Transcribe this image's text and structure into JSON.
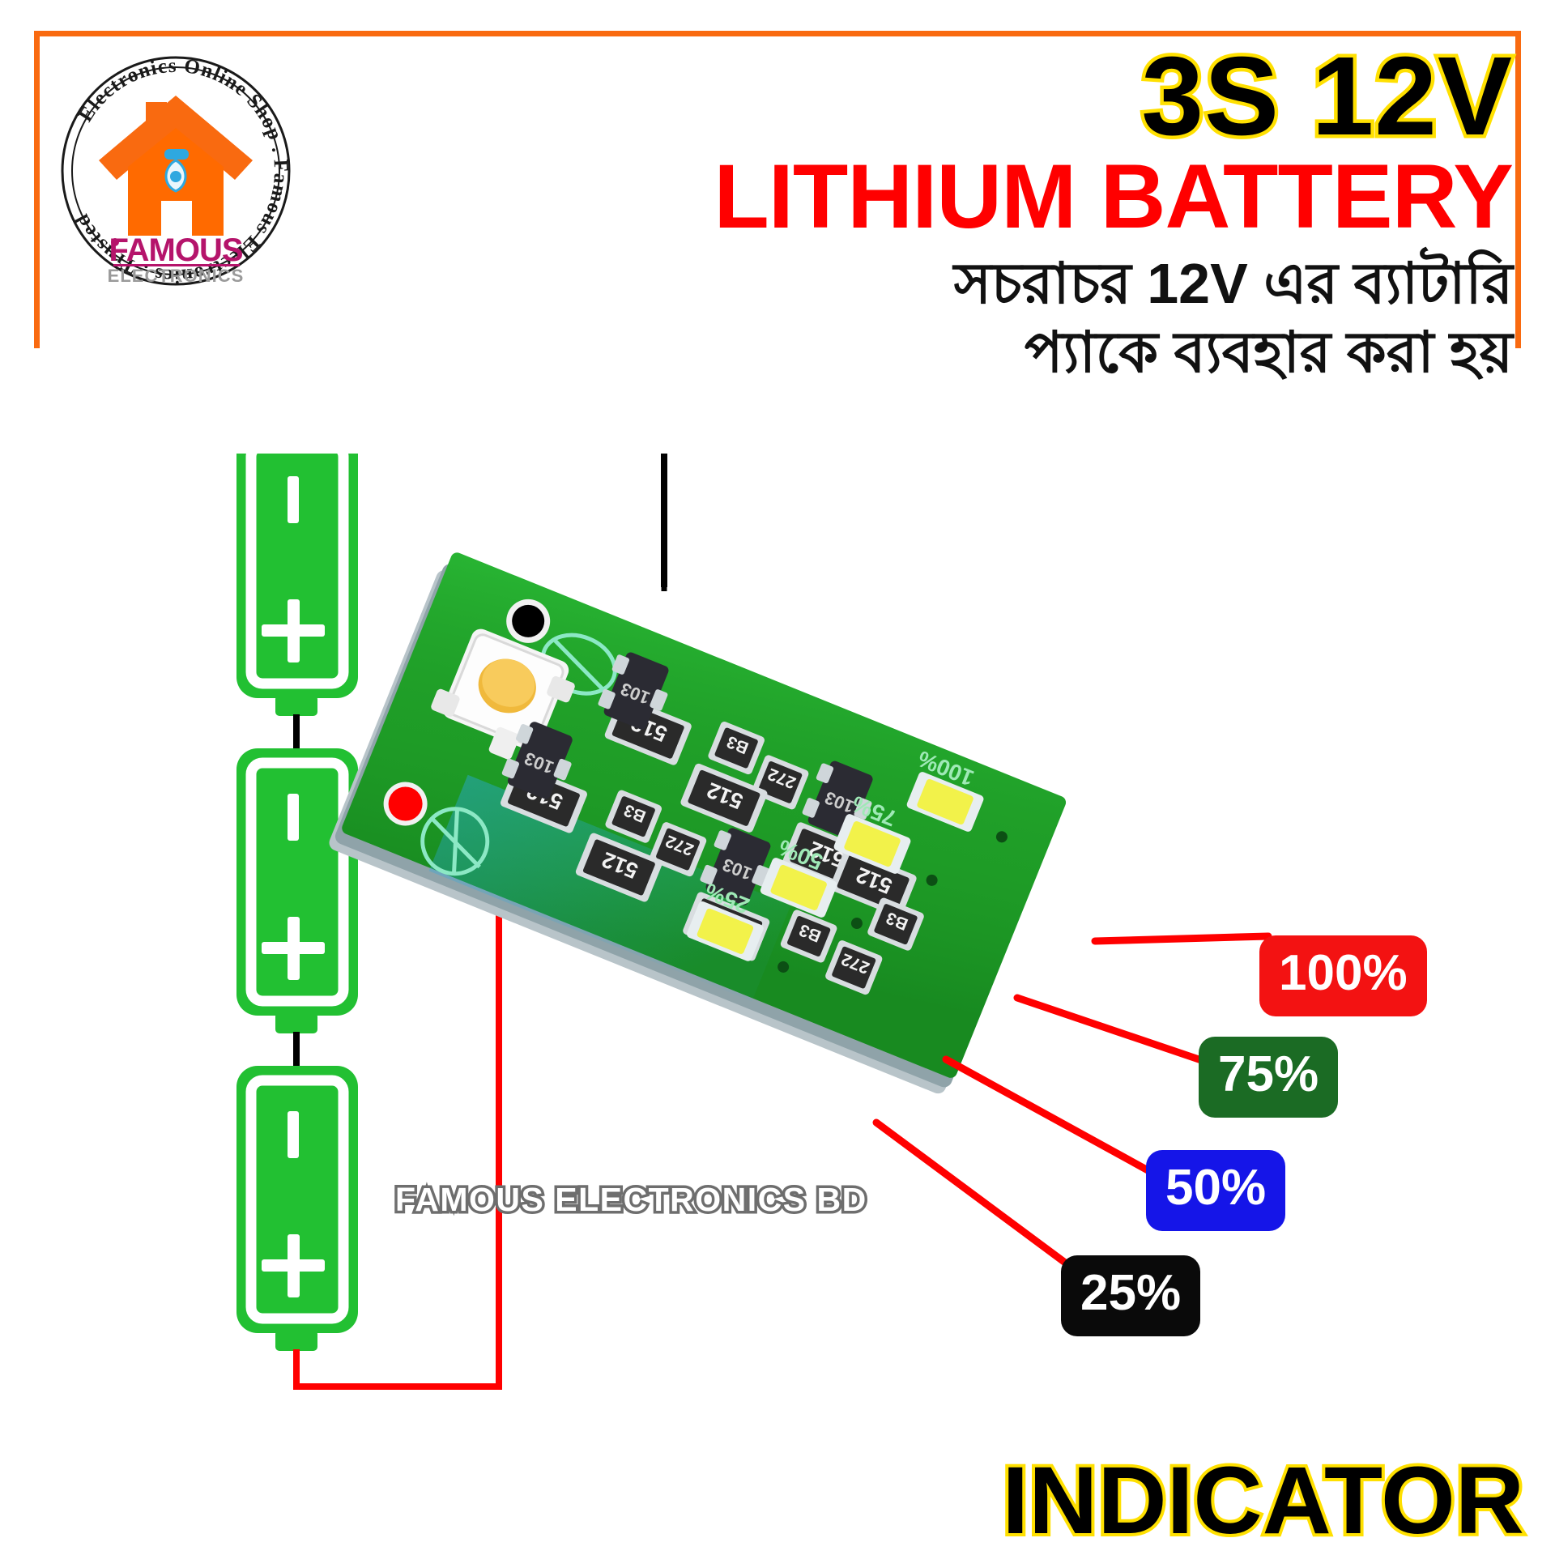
{
  "brand": {
    "logo_ring_text": "Electronics Online Shop . Famous Electronics . Trusted",
    "logo_name": "FAMOUS",
    "logo_sub": "ELECTRONICS",
    "frame_color": "#F96A10"
  },
  "header": {
    "eyebrow": "3S 12V",
    "eyebrow_fill": "#000000",
    "eyebrow_stroke": "#FFE000",
    "title": "LITHIUM BATTERY",
    "title_color": "#FF0000",
    "bengali_line1": "সচরাচর 12V এর ব্যাটারি",
    "bengali_line2": "প্যাকে ব্যবহার করা হয়"
  },
  "footer": {
    "indicator_label": "INDICATOR",
    "indicator_fill": "#000000",
    "indicator_stroke": "#FFE000"
  },
  "watermark": {
    "text": "FAMOUS ELECTRONICS BD"
  },
  "battery_stack": {
    "count": 3,
    "minus_symbol": "–",
    "plus_symbol": "+",
    "body_color": "#22C032",
    "outline_color": "#FFFFFF",
    "wire_top_color": "#000000",
    "wire_bottom_color": "#FF0000"
  },
  "board": {
    "silkscreen_labels": [
      "100%",
      "75%",
      "50%",
      "25%"
    ],
    "resistor_codes": [
      "512",
      "512",
      "512",
      "512",
      "512",
      "512",
      "512",
      "512",
      "512"
    ],
    "transistor_codes": [
      "103",
      "103",
      "103",
      "103"
    ],
    "small_codes": [
      "B3",
      "272",
      "B3",
      "272",
      "B3",
      "272"
    ],
    "button_color": "#F0B93C",
    "pcb_color": "#21A429"
  },
  "callouts": [
    {
      "label": "100%",
      "color": "#F31212",
      "leader_color": "#FF0000"
    },
    {
      "label": "75%",
      "color": "#1B6B24",
      "leader_color": "#FF0000"
    },
    {
      "label": "50%",
      "color": "#1515E8",
      "leader_color": "#FF0000"
    },
    {
      "label": "25%",
      "color": "#0A0A0A",
      "leader_color": "#FF0000"
    }
  ]
}
